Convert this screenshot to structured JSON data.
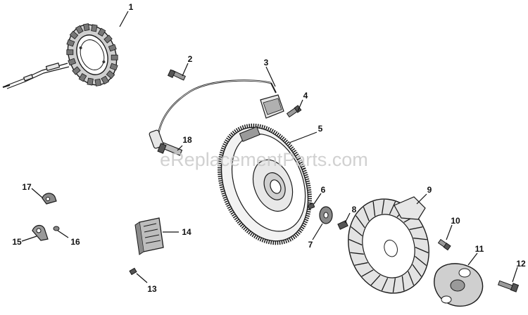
{
  "watermark": "eReplacementParts.com",
  "callouts": [
    {
      "id": "c1",
      "label": "1"
    },
    {
      "id": "c2",
      "label": "2"
    },
    {
      "id": "c3",
      "label": "3"
    },
    {
      "id": "c4",
      "label": "4"
    },
    {
      "id": "c5",
      "label": "5"
    },
    {
      "id": "c6",
      "label": "6"
    },
    {
      "id": "c7",
      "label": "7"
    },
    {
      "id": "c8",
      "label": "8"
    },
    {
      "id": "c9",
      "label": "9"
    },
    {
      "id": "c10",
      "label": "10"
    },
    {
      "id": "c11",
      "label": "11"
    },
    {
      "id": "c12",
      "label": "12"
    },
    {
      "id": "c13",
      "label": "13"
    },
    {
      "id": "c14",
      "label": "14"
    },
    {
      "id": "c15",
      "label": "15"
    },
    {
      "id": "c16",
      "label": "16"
    },
    {
      "id": "c17",
      "label": "17"
    },
    {
      "id": "c18",
      "label": "18"
    }
  ]
}
